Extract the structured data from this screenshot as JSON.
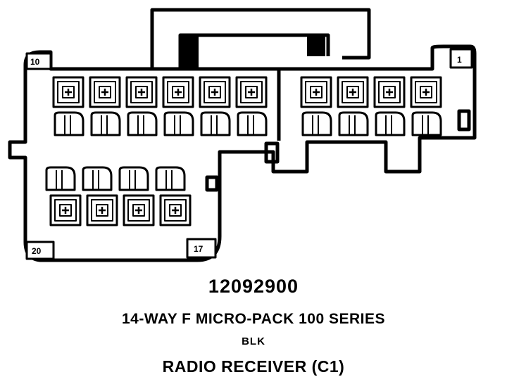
{
  "connector": {
    "part_number": "12092900",
    "description": "14-WAY F MICRO-PACK 100 SERIES",
    "color": "BLK",
    "name": "RADIO RECEIVER (C1)"
  },
  "pin_labels": {
    "p10": "10",
    "p1": "1",
    "p20": "20",
    "p17": "17"
  },
  "cavity_count": 14
}
